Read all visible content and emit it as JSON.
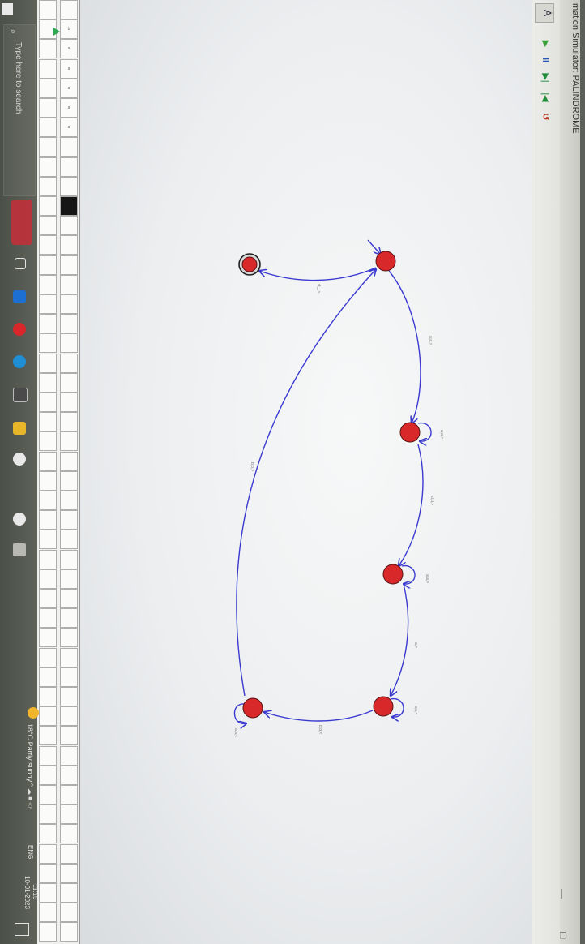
{
  "window": {
    "title": "mation Simulator: PALINDROME",
    "minimize_glyph": "—",
    "maximize_glyph": "▢"
  },
  "toolbar": {
    "a_label": "A",
    "play_glyph": "▶",
    "pause_glyph": "II",
    "step_glyph": "▶|",
    "step_back_glyph": "|◀",
    "reset_glyph": "↺"
  },
  "tape": {
    "row_a": [
      "",
      "",
      "",
      "",
      "",
      "",
      "",
      "",
      "",
      "",
      "",
      "",
      "",
      "",
      "",
      "",
      "",
      "",
      "",
      "",
      "",
      "",
      "",
      "",
      "",
      "",
      "",
      "",
      "",
      "",
      "",
      "",
      "",
      "",
      "",
      "",
      "",
      "",
      "",
      "",
      "",
      "",
      "",
      "",
      "",
      "",
      "",
      ""
    ],
    "row_b": [
      "",
      "b",
      "a",
      "a",
      "a",
      "a",
      "a",
      "",
      "",
      "",
      "",
      "",
      "",
      "",
      "",
      "",
      "",
      "",
      "",
      "",
      "",
      "",
      "",
      "",
      "",
      "",
      "",
      "",
      "",
      "",
      "",
      "",
      "",
      "",
      "",
      "",
      "",
      "",
      "",
      "",
      "",
      "",
      "",
      "",
      "",
      "",
      "",
      ""
    ],
    "head_index_row_b": 10
  },
  "diagram": {
    "colors": {
      "edge": "#3a3ad0",
      "state_fill": "#d8282a",
      "state_stroke": "#5a1212"
    },
    "edge_labels": {
      "q0_q1": "a;a,>",
      "q1_self": "a;a,>",
      "q1_q2": "d;d,>",
      "q2_self": "a;a,>",
      "q2_q3": "a,>",
      "q3_self": "a;a,<",
      "q3_q4": "b;d,<",
      "q4_self": "a;a,<",
      "q4_q0": "b;b,>",
      "q0_qf": "d;_,>"
    }
  },
  "taskbar": {
    "search_placeholder": "Type here to search",
    "search_glyph": "⌕",
    "weather": "18°C  Partly sunny",
    "tray": "^  ☁  ■  ◁ᐧ",
    "language": "ENG",
    "time": "11:15",
    "date": "10-01-2023"
  }
}
